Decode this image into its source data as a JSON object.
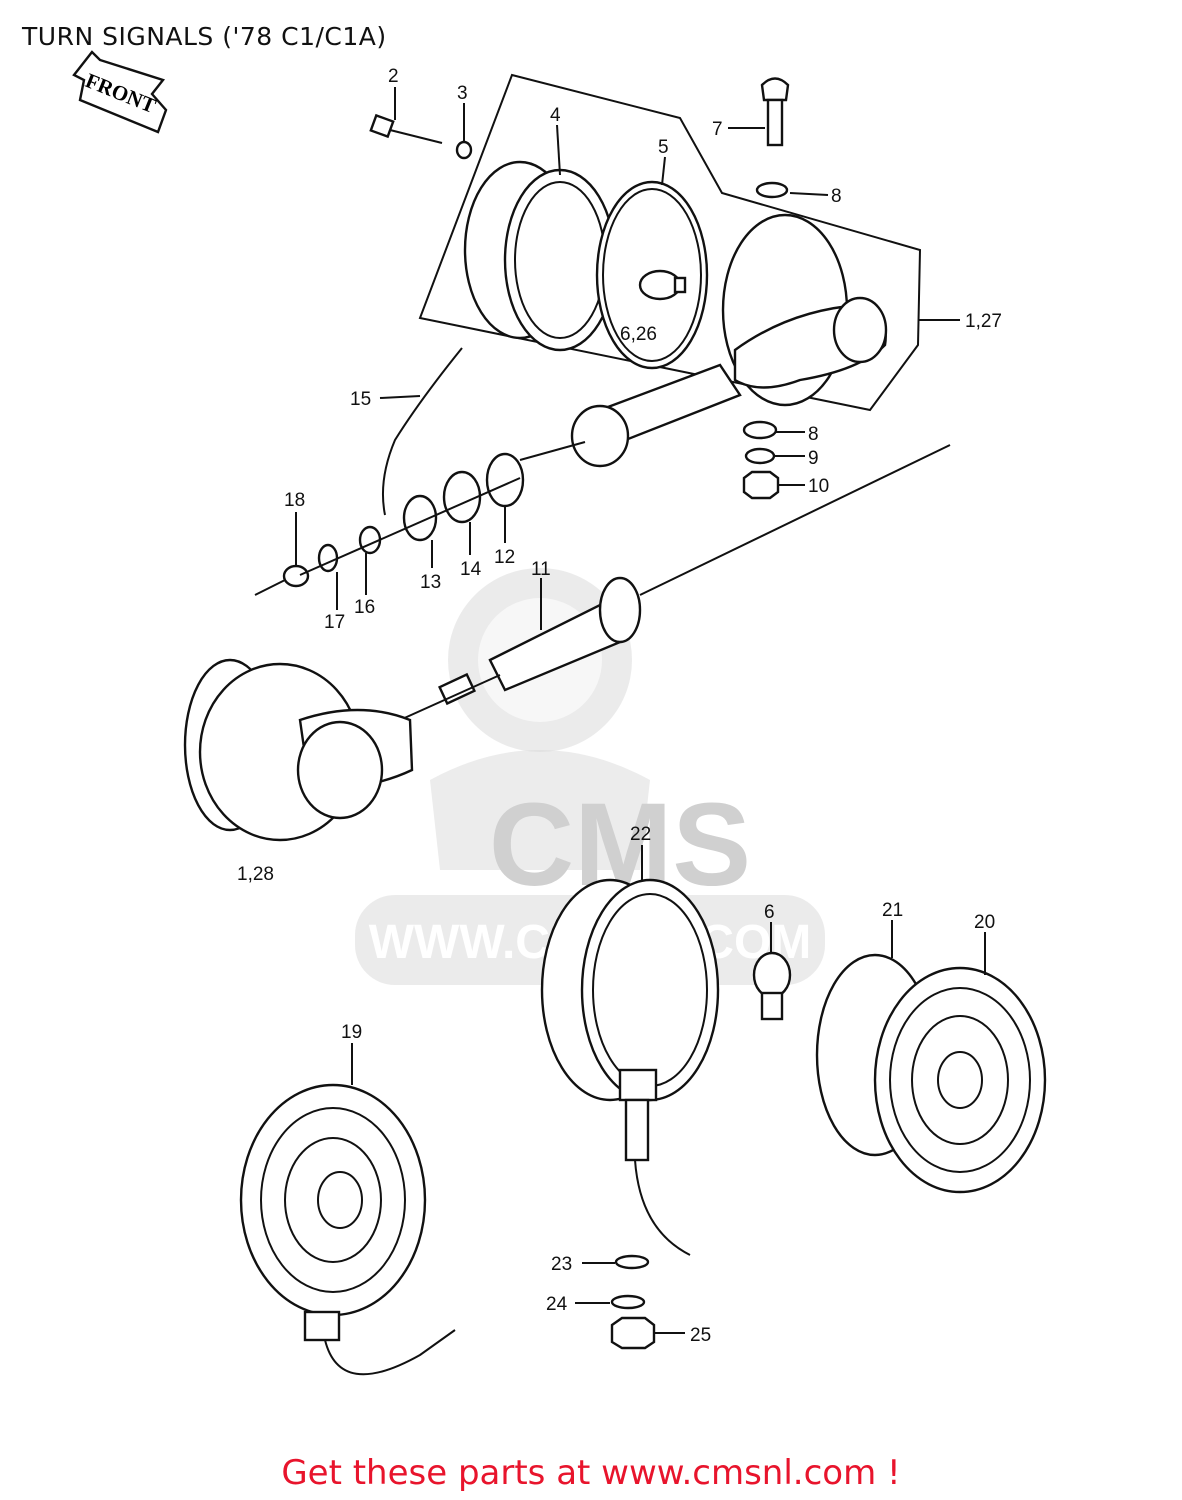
{
  "title": "TURN SIGNALS ('78 C1/C1A)",
  "front_arrow": "FRONT",
  "watermark": {
    "logo": "CMS",
    "url": "WWW.CMSNL.COM"
  },
  "part_labels": {
    "p2": "2",
    "p3": "3",
    "p4": "4",
    "p5": "5",
    "p7": "7",
    "p8a": "8",
    "p6_26": "6,26",
    "p1_27": "1,27",
    "p15": "15",
    "p8b": "8",
    "p9": "9",
    "p10": "10",
    "p18": "18",
    "p13": "13",
    "p14": "14",
    "p12": "12",
    "p11": "11",
    "p17": "17",
    "p16": "16",
    "p1_28": "1,28",
    "p22": "22",
    "p6": "6",
    "p21": "21",
    "p20": "20",
    "p19": "19",
    "p23": "23",
    "p24": "24",
    "p25": "25"
  },
  "footer": {
    "text": "Get these parts at www.cmsnl.com !"
  },
  "colors": {
    "footer_text": "#e8142c",
    "line": "#111111",
    "watermark": "#dadada"
  }
}
